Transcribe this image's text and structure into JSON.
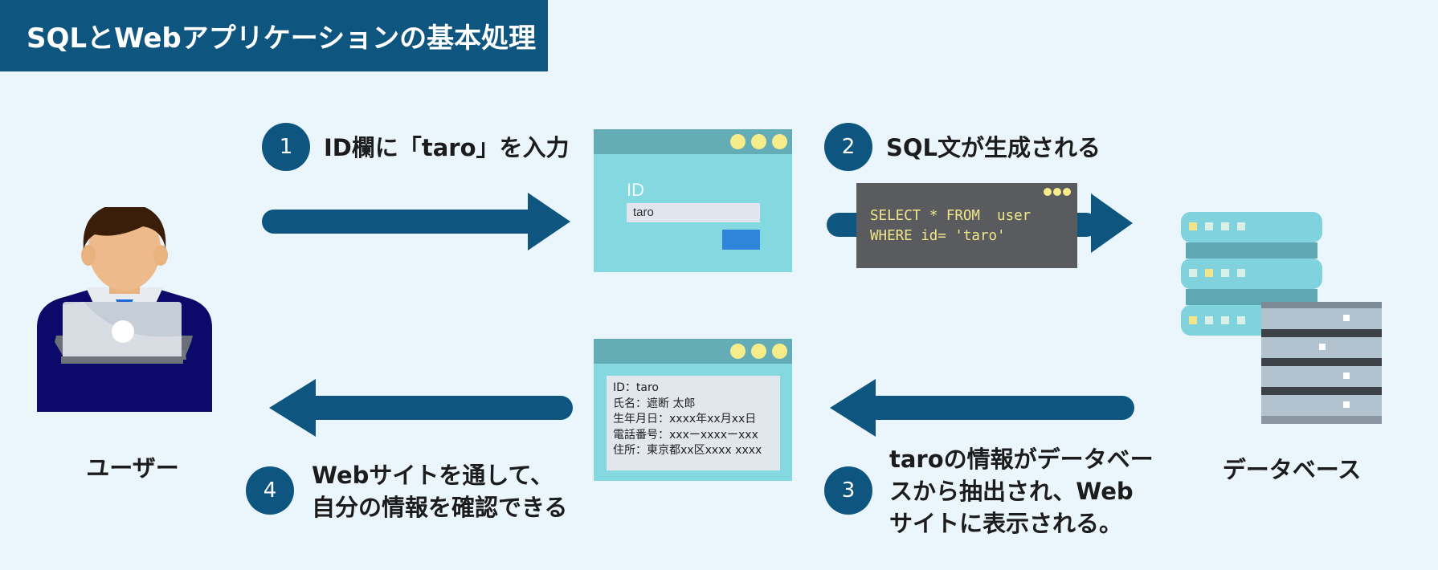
{
  "title": "SQLとWebアプリケーションの基本処理",
  "steps": [
    {
      "number": "1",
      "text": "ID欄に「taro」を入力"
    },
    {
      "number": "2",
      "text": "SQL文が生成される"
    },
    {
      "number": "3",
      "lines": [
        "taroの情報がデータベー",
        "スから抽出され、Web",
        "サイトに表示される。"
      ]
    },
    {
      "number": "4",
      "lines": [
        "Webサイトを通して、",
        "自分の情報を確認できる"
      ]
    }
  ],
  "actors": {
    "user": "ユーザー",
    "database": "データベース"
  },
  "login_form": {
    "label": "ID",
    "value": "taro"
  },
  "sql": {
    "line1": "SELECT * FROM  user",
    "line2": "WHERE id= 'taro'"
  },
  "result": {
    "lines": [
      "ID：taro",
      "氏名：遮断 太郎",
      "生年月日：xxxx年xx月xx日",
      "電話番号：xxxーxxxxーxxx",
      "住所：東京都xx区xxxx xxxx"
    ]
  },
  "colors": {
    "primary": "#0e5580",
    "window": "#84d8e0",
    "window_bar": "#64adb7",
    "code_bg": "#595b5e",
    "background": "#eaf5fc"
  }
}
